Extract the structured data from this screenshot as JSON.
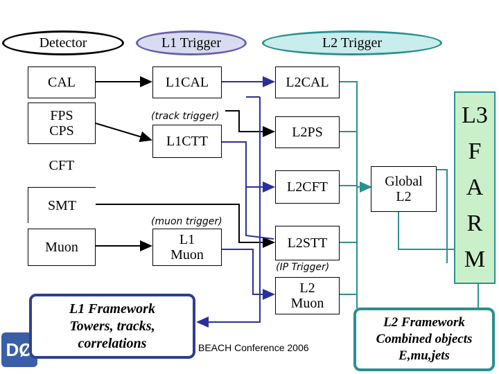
{
  "headers": {
    "detector": "Detector",
    "l1_trigger": "L1 Trigger",
    "l2_trigger": "L2 Trigger"
  },
  "detectors": {
    "cal": "CAL",
    "fps": "FPS",
    "cps": "CPS",
    "cft": "CFT",
    "smt": "SMT",
    "muon": "Muon"
  },
  "l1": {
    "cal": "L1CAL",
    "track_note": "(track trigger)",
    "ctt": "L1CTT",
    "muon_note": "(muon trigger)",
    "muon_line1": "L1",
    "muon_line2": "Muon"
  },
  "l2": {
    "cal": "L2CAL",
    "ps": "L2PS",
    "cft": "L2CFT",
    "stt": "L2STT",
    "ip_note": "(IP Trigger)",
    "muon_line1": "L2",
    "muon_line2": "Muon",
    "global_line1": "Global",
    "global_line2": "L2"
  },
  "l3": {
    "letters": [
      "L3",
      "F",
      "A",
      "R",
      "M"
    ]
  },
  "frameworks": {
    "l1_line1": "L1 Framework",
    "l1_line2": "Towers, tracks,",
    "l1_line3": "correlations",
    "l2_line1": "L2 Framework",
    "l2_line2": "Combined objects",
    "l2_line3": "E,mu,jets"
  },
  "footer": "BEACH Conference 2006",
  "colors": {
    "l2_header_fill": "#c9ecec",
    "l2_header_border": "#2a8f8f",
    "l1_header_fill": "#d8dcef",
    "l1_header_border": "#6a5fb0",
    "l1_line": "#2a2f9a",
    "l2_line": "#2a8f8f",
    "l3_fill": "#c9f0c9",
    "l3_border": "#2a8f8f"
  }
}
